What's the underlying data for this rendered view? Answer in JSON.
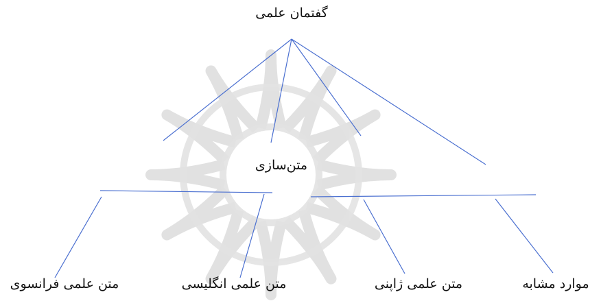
{
  "diagram": {
    "root": {
      "label": "گفتمان علمی"
    },
    "middle": {
      "label": "متن‌سازی"
    },
    "leaves": [
      {
        "id": "french",
        "label": "متن علمی فرانسوی"
      },
      {
        "id": "english",
        "label": "متن علمی انگلیسی"
      },
      {
        "id": "japanese",
        "label": "متن علمی ژاپنی"
      },
      {
        "id": "similar",
        "label": "موارد مشابه"
      }
    ]
  },
  "colors": {
    "line": "#4a6fd0",
    "text": "#111111",
    "watermark": "#d9d9d9"
  },
  "icons": {
    "background": "watermark-rosette-icon"
  }
}
